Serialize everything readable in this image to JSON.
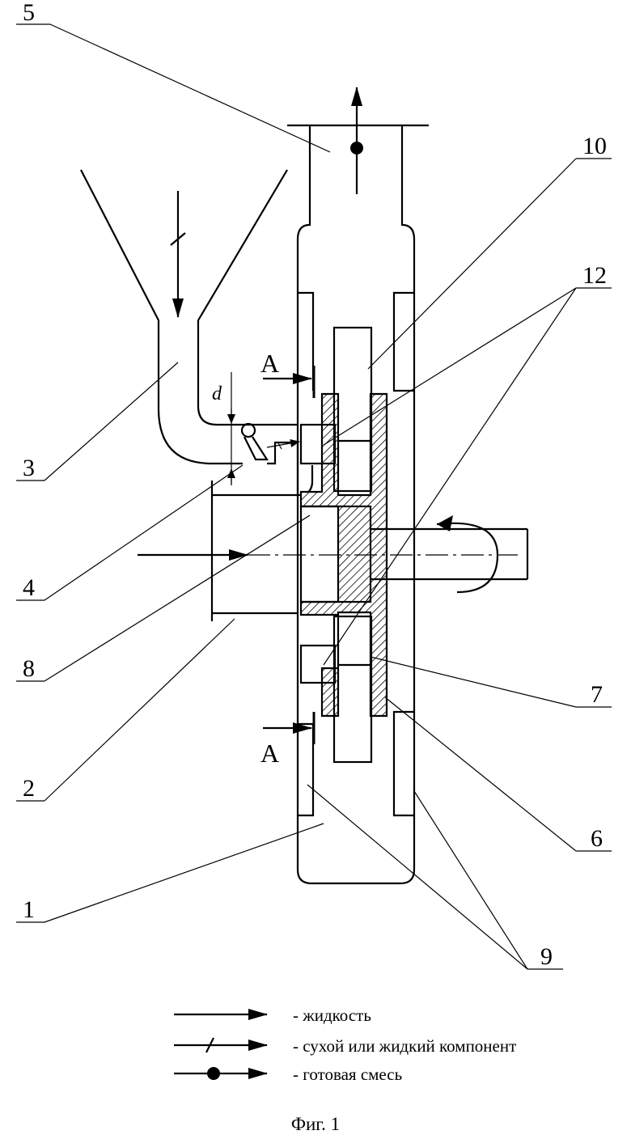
{
  "figure": {
    "caption": "Фиг. 1",
    "labels": {
      "n1": "1",
      "n2": "2",
      "n3": "3",
      "n4": "4",
      "n5": "5",
      "n6": "6",
      "n7": "7",
      "n8": "8",
      "n9": "9",
      "n10": "10",
      "n12": "12"
    },
    "section_marks": {
      "top": "A",
      "bottom": "A"
    },
    "dimension": "d"
  },
  "legend": [
    {
      "symbol": "plain-arrow",
      "text": "- жидкость"
    },
    {
      "symbol": "slashed-arrow",
      "text": "- сухой или жидкий компонент"
    },
    {
      "symbol": "dotted-arrow",
      "text": "- готовая смесь"
    }
  ]
}
